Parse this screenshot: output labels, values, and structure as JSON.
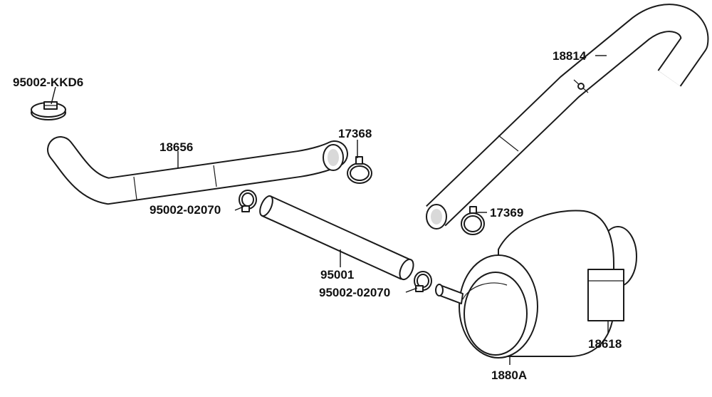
{
  "parts": {
    "clamp_top_left": "95002-KKD6",
    "hose_upper": "18656",
    "clamp_upper": "17368",
    "clamp_left_small": "95002-02070",
    "hose_straight": "95001",
    "clamp_right_small": "95002-02070",
    "long_hose": "18814",
    "clamp_lower": "17369",
    "canister_bracket": "18618",
    "canister": "1880A"
  }
}
